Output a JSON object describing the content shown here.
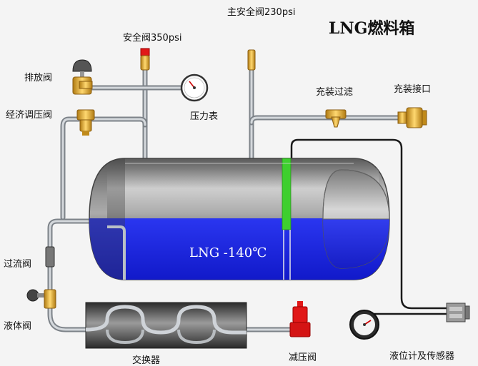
{
  "title": "LNG燃料箱",
  "tank_label": "LNG  -140℃",
  "labels": {
    "main_safety_valve": "主安全阀230psi",
    "safety_valve": "安全阀350psi",
    "vent_valve": "排放阀",
    "economizer_valve": "经济调压阀",
    "pressure_gauge": "压力表",
    "fill_filter": "充装过滤",
    "fill_port": "充装接口",
    "excess_flow_valve": "过流阀",
    "liquid_valve": "液体阀",
    "heat_exchanger": "交换器",
    "pressure_reducing_valve": "减压阀",
    "level_gauge_sensor": "液位计及传感器"
  },
  "colors": {
    "lng_liquid": "#1a26e6",
    "tank_metal": "#9a9a9a",
    "level_tube": "#3ecf2e",
    "valve_brass": "#e3b23c",
    "valve_red": "#e11818",
    "pipe": "#9aa0a6"
  }
}
